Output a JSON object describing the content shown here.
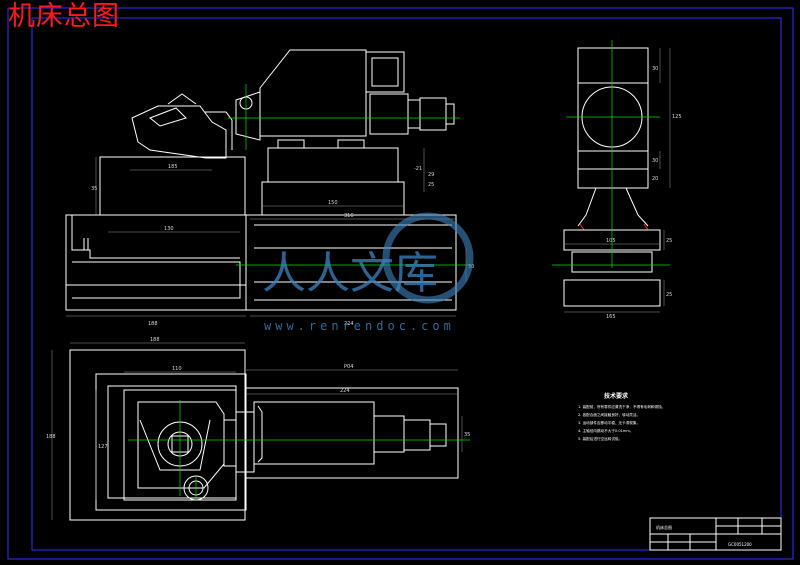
{
  "title": "机床总图",
  "colors": {
    "background": "#000000",
    "title": "#ff1a1a",
    "frame": "#3232ff",
    "outline": "#ffffff",
    "center_line": "#00e000",
    "dimension": "#9a9a9a",
    "watermark": "#3d84c0"
  },
  "front_view_dims": {
    "d1": "185",
    "d2": "130",
    "d3": "150",
    "d4": "316",
    "d5": "224",
    "d6": "188",
    "d7": "-21",
    "d8": "29",
    "d9": "35",
    "d10": "25",
    "d11": "30"
  },
  "side_view_dims": {
    "d1": "30",
    "d2": "125",
    "d3": "30",
    "d4": "20",
    "d5": "25",
    "d6": "25",
    "d7": "105",
    "d8": "165"
  },
  "top_view_dims": {
    "d1": "188",
    "d2": "110",
    "d3": "224",
    "d4": "P04",
    "d5": "188",
    "d6": "127",
    "d7": "35"
  },
  "tech_notes": {
    "heading": "技术要求",
    "items": [
      "1. 装配前，所有零件应清洗干净，不得有毛刺和锈蚀。",
      "2. 各配合面之间接触良好，转动灵活。",
      "3. 运动部件应移动平稳，无卡滞现象。",
      "4. 主轴径向跳动不大于0.01mm。",
      "5. 装配后进行空运转试验。"
    ]
  },
  "title_block": {
    "name_cell": "机床总图",
    "code_cell": "GC0051200"
  },
  "watermark": {
    "text": "人人文库",
    "url": "www.renrendoc.com"
  }
}
